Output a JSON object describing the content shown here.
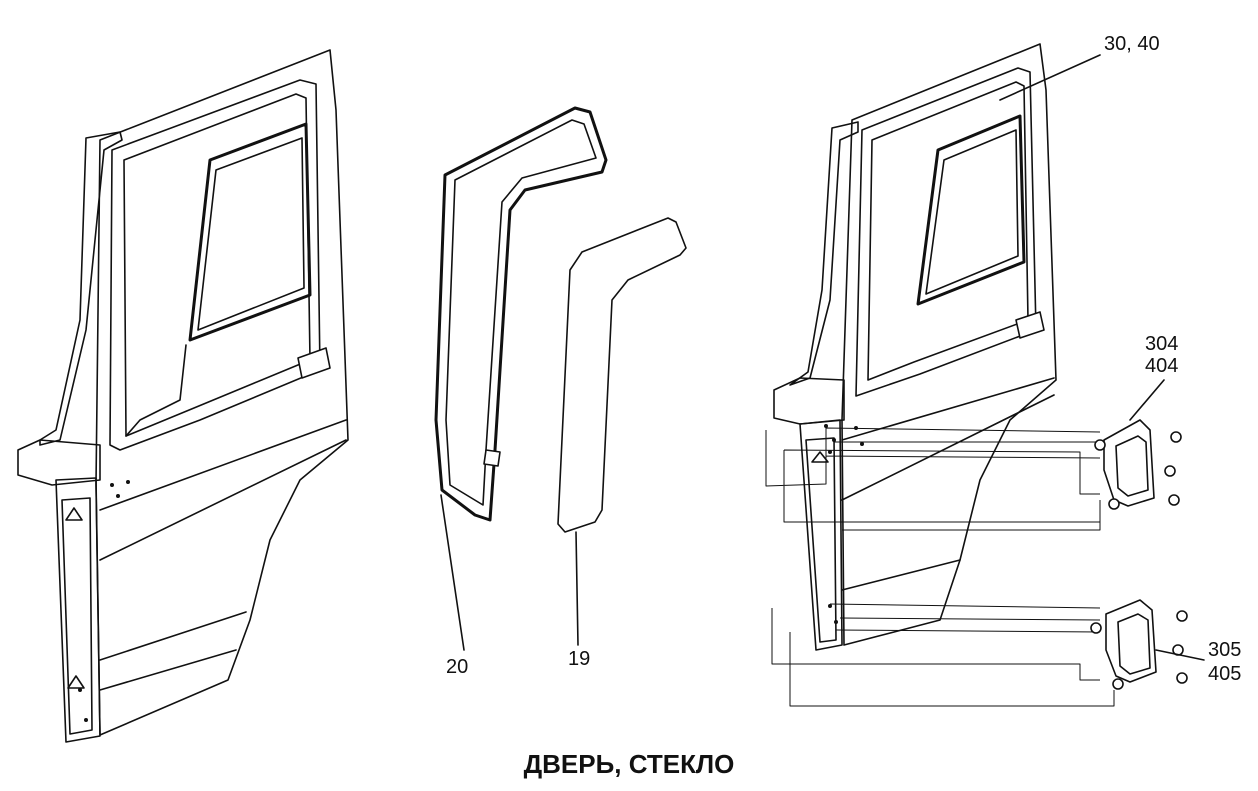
{
  "caption": "ДВЕРЬ, СТЕКЛО",
  "callouts": {
    "door_right": "30, 40",
    "seal": "20",
    "panel": "19",
    "hinge_upper_a": "304",
    "hinge_upper_b": "404",
    "hinge_lower_a": "305",
    "hinge_lower_b": "405"
  }
}
